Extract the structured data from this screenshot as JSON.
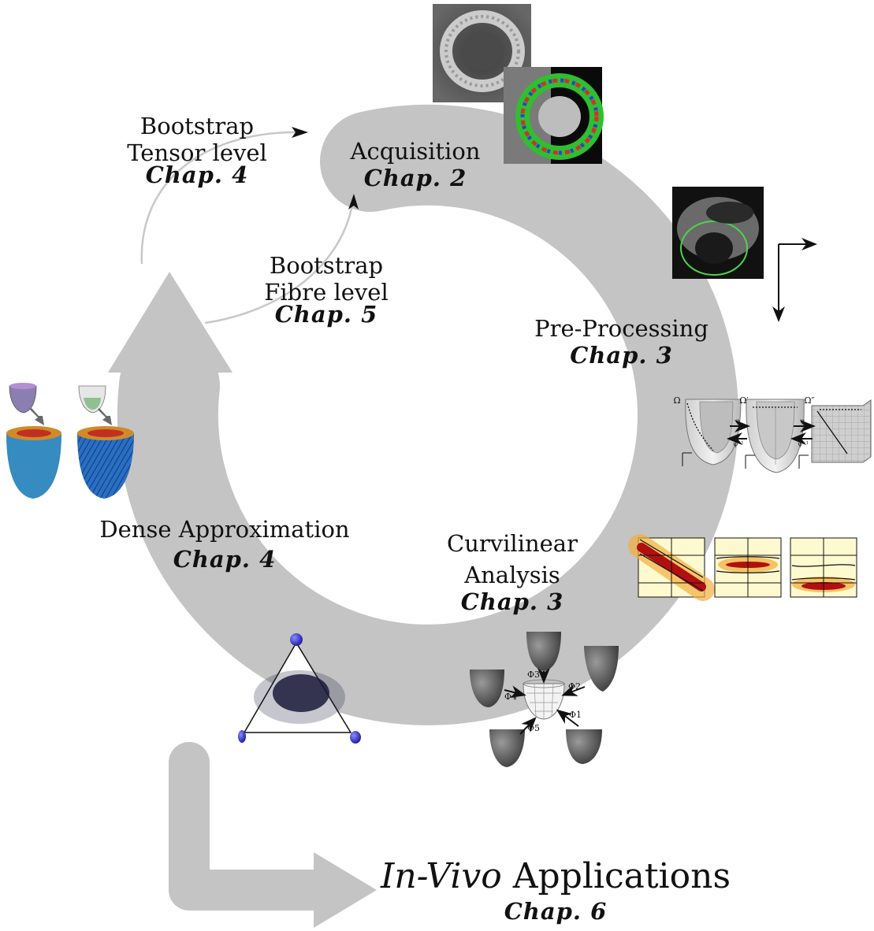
{
  "stages": {
    "acquisition": {
      "title": "Acquisition",
      "chapter": "Chap. 2"
    },
    "preprocessing": {
      "title": "Pre-Processing",
      "chapter": "Chap. 3"
    },
    "curvilinear": {
      "title_line1": "Curvilinear",
      "title_line2": "Analysis",
      "chapter": "Chap. 3"
    },
    "dense": {
      "title": "Dense Approximation",
      "chapter": "Chap. 4"
    }
  },
  "bootstrap": {
    "tensor": {
      "line1": "Bootstrap",
      "line2": "Tensor level",
      "chapter": "Chap. 4"
    },
    "fibre": {
      "line1": "Bootstrap",
      "line2": "Fibre level",
      "chapter": "Chap. 5"
    }
  },
  "applications": {
    "title_italic": "In-Vivo",
    "title_rest": " Applications",
    "chapter": "Chap. 6"
  },
  "diagram_labels": {
    "omega": "Ω",
    "omega_prime": "Ω′",
    "omega_double_prime": "Ω″",
    "phi": "φ",
    "phi_inv": "φ⁻¹",
    "psi": "ψ",
    "psi_inv": "ψ⁻¹",
    "phi1": "Φ1",
    "phi2": "Φ2",
    "phi3": "Φ3",
    "phi4": "Φ4",
    "phi5": "Φ5"
  },
  "colors": {
    "cycle_arrow": "#c4c4c4",
    "thin_arrow": "#c8c8c8",
    "heat_hot": "#b01010",
    "heat_mid": "#f0a020",
    "heat_low": "#fff7c0",
    "glyph_blue": "#3a3ad0"
  }
}
